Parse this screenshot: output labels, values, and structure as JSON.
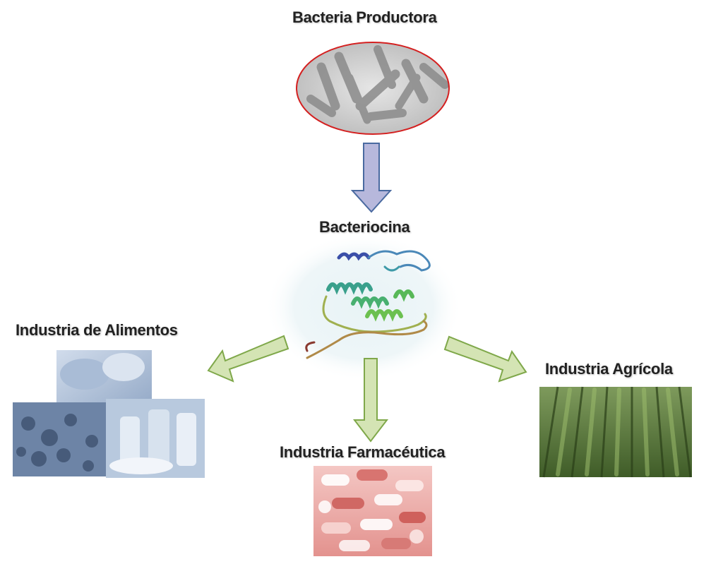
{
  "nodes": {
    "producer": {
      "label": "Bacteria Productora",
      "icon": "bacteria-micrograph-icon"
    },
    "bacteriocin": {
      "label": "Bacteriocina",
      "icon": "protein-structure-icon"
    },
    "food": {
      "label": "Industria de Alimentos",
      "icon": "food-products-photo"
    },
    "pharma": {
      "label": "Industria Farmacéutica",
      "icon": "pills-photo"
    },
    "agri": {
      "label": "Industria Agrícola",
      "icon": "crop-field-photo"
    }
  },
  "colors": {
    "arrow_main_fill": "#b7b8dc",
    "arrow_main_stroke": "#4a6aa0",
    "arrow_branch_fill": "#d4e4b4",
    "arrow_branch_stroke": "#7fa84a",
    "ellipse_border": "#d42020",
    "food_tint": "#8fa8c8",
    "pharma_tint": "#e89a98",
    "agri_tint": "#5a7a3a"
  }
}
